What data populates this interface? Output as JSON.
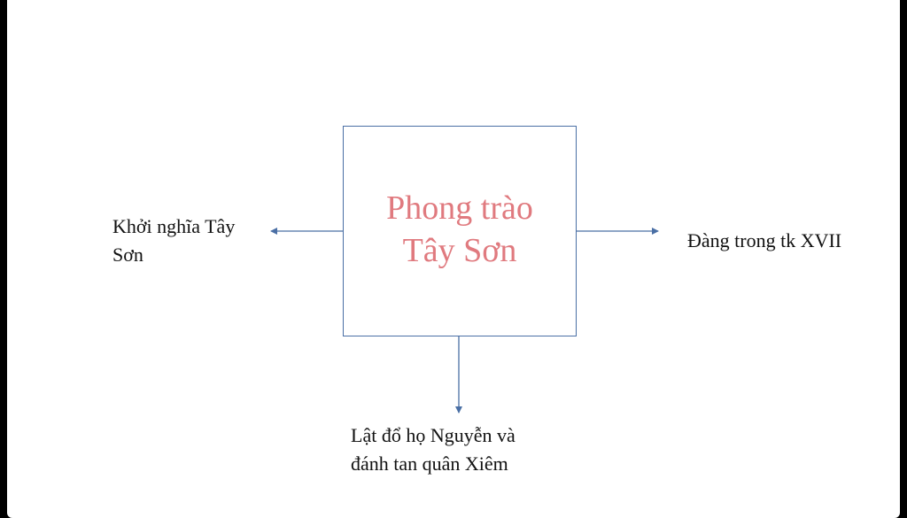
{
  "diagram": {
    "center": {
      "title": "Phong trào\nTây Sơn"
    },
    "left": {
      "text": "Khởi nghĩa Tây\nSơn"
    },
    "right": {
      "text": "Đàng trong tk XVII"
    },
    "bottom": {
      "text": "Lật đổ họ Nguyễn và\nđánh tan quân Xiêm"
    },
    "colors": {
      "center_text": "#e07a7f",
      "box_border": "#4a6fa5",
      "arrow": "#4a6fa5"
    }
  }
}
